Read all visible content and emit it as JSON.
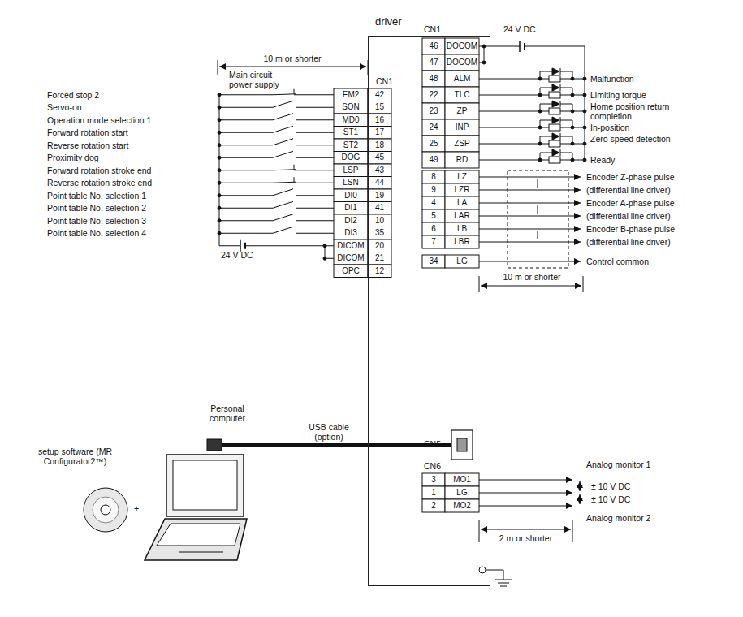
{
  "diagram": {
    "nodes": [
      {
        "text": [
          "driver"
        ]
      }
    ],
    "labels": [
      "10 m or shorter",
      "Main circuit power supply",
      "CN1",
      "Forced stop 2",
      "Servo-on",
      "Operation mode selection 1",
      "Forward rotation start",
      "Reverse rotation start",
      "Proximity dog",
      "Forward rotation stroke end",
      "Reverse rotation stroke end",
      "Point table No. selection 1",
      "Point table No. selection 2",
      "Point table No. selection 3",
      "Point table No. selection 4",
      "EM2",
      "42",
      "SON",
      "15",
      "MD0",
      "16",
      "ST1",
      "17",
      "ST2",
      "18",
      "DOG",
      "45",
      "LSP",
      "43",
      "LSN",
      "44",
      "DI0",
      "19",
      "DI1",
      "41",
      "DI2",
      "10",
      "DI3",
      "35",
      "DICOM",
      "20",
      "DICOM",
      "21",
      "OPC",
      "12",
      "24 V DC",
      "CN1",
      "24 V DC",
      "46",
      "DOCOM",
      "47",
      "DOCOM",
      "48",
      "ALM",
      "22",
      "TLC",
      "23",
      "ZP",
      "24",
      "INP",
      "25",
      "ZSP",
      "49",
      "RD",
      "Malfunction",
      "Limiting torque",
      "Home position return completion",
      "In-position",
      "Zero speed detection",
      "Ready",
      "8",
      "LZ",
      "9",
      "LZR",
      "4",
      "LA",
      "5",
      "LAR",
      "6",
      "LB",
      "7",
      "LBR",
      "34",
      "LG",
      "Encoder Z-phase pulse",
      "(differential line driver)",
      "Encoder A-phase pulse",
      "(differential line driver)",
      "Encoder B-phase pulse",
      "(differential line driver)",
      "Control common",
      "10 m or shorter",
      "Personal computer",
      "setup software (MR Configurator2™)",
      "+",
      "USB cable (option)",
      "CN5",
      "CN6",
      "3",
      "MO1",
      "1",
      "LG",
      "2",
      "MO2",
      "Analog monitor 1",
      "± 10 V DC",
      "± 10 V DC",
      "Analog monitor 2",
      "2 m or shorter"
    ]
  }
}
